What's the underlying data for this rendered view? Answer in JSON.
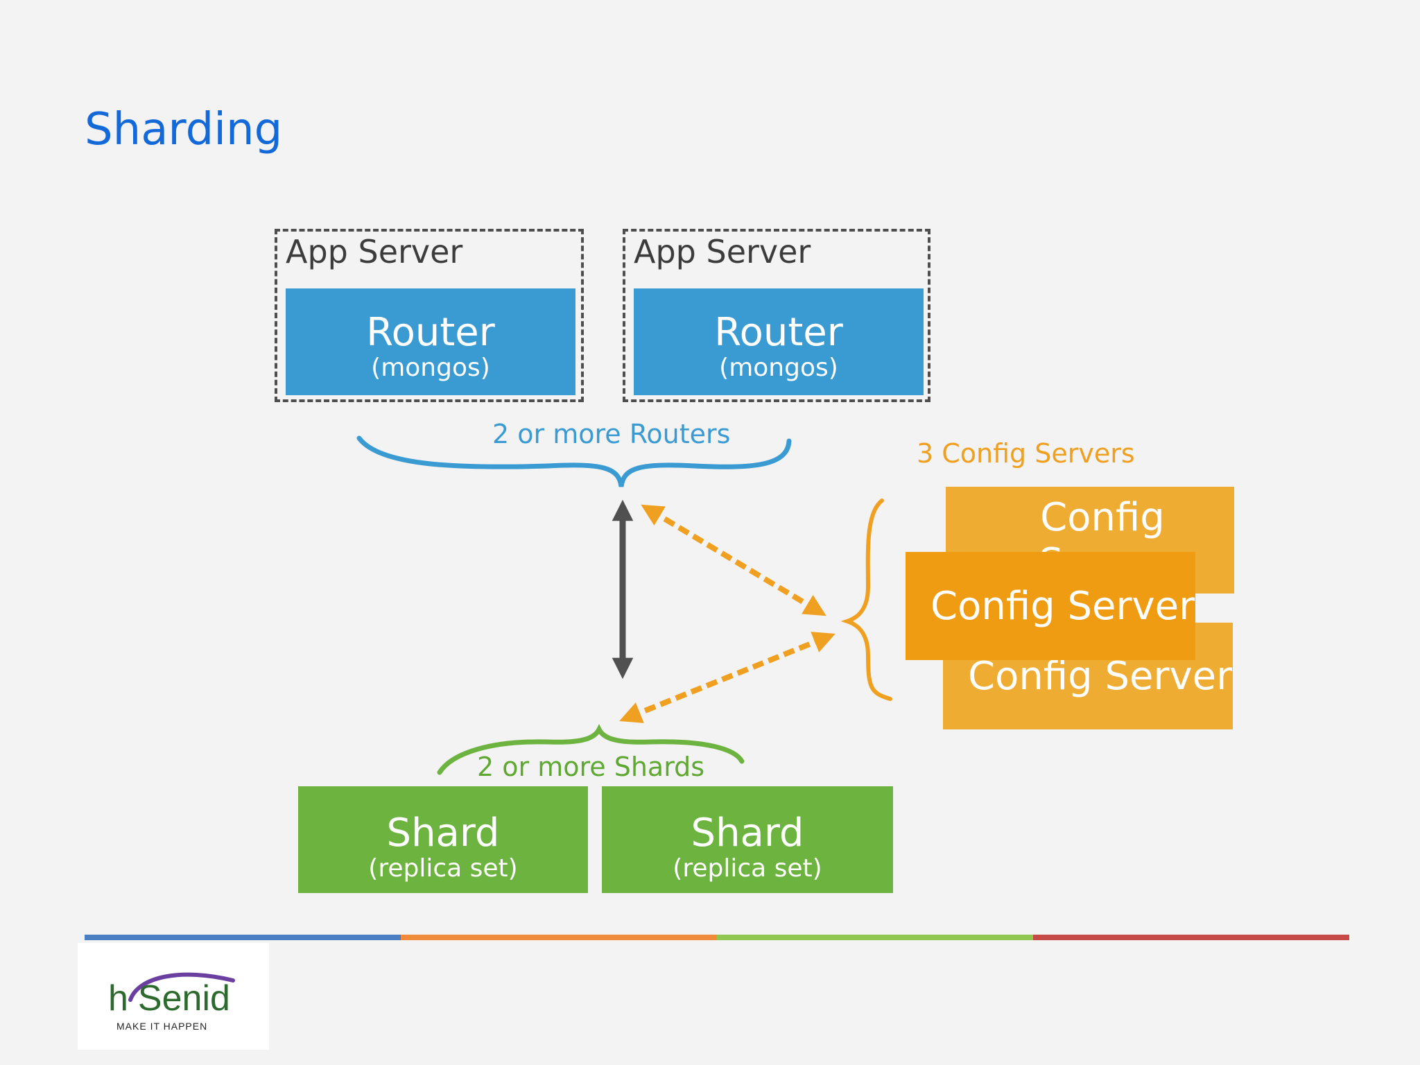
{
  "slide": {
    "title": "Sharding"
  },
  "diagram": {
    "app_servers": [
      {
        "label": "App Server",
        "router": {
          "title": "Router",
          "subtitle": "(mongos)"
        }
      },
      {
        "label": "App Server",
        "router": {
          "title": "Router",
          "subtitle": "(mongos)"
        }
      }
    ],
    "routers_label": "2 or more Routers",
    "config_label": "3 Config Servers",
    "config_servers": [
      "Config Server",
      "Config Server",
      "Config Server"
    ],
    "shards_label": "2 or more Shards",
    "shards": [
      {
        "title": "Shard",
        "subtitle": "(replica set)"
      },
      {
        "title": "Shard",
        "subtitle": "(replica set)"
      }
    ],
    "colors": {
      "router": "#3a9bd3",
      "shard": "#6db33f",
      "config": "#f09c12",
      "config_back": "#efac33",
      "arrow_gray": "#505050",
      "routers_label": "#3a9bd3",
      "shards_label": "#5fa832",
      "config_label": "#f0a020"
    }
  },
  "footer": {
    "bar_colors": [
      "#4a7fc4",
      "#ef8b3a",
      "#8fc750",
      "#c84a46"
    ],
    "logo": {
      "h": "h",
      "name": "Senid",
      "tagline": "MAKE IT HAPPEN"
    }
  }
}
